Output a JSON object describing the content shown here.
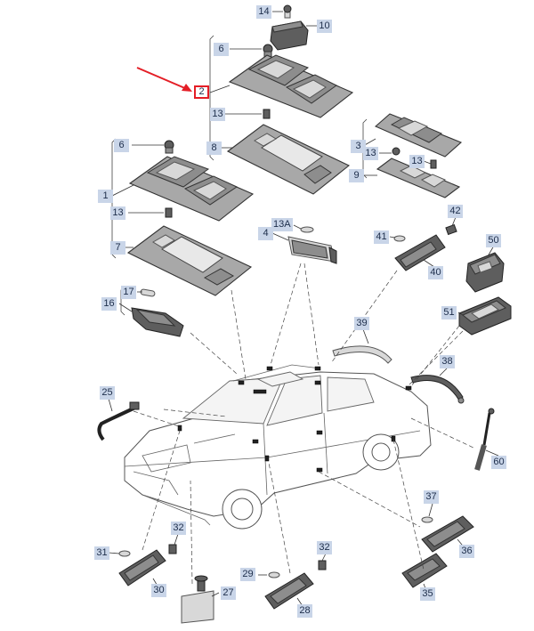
{
  "callouts": {
    "c14": "14",
    "c10": "10",
    "c6a": "6",
    "c2": "2",
    "c13a": "13",
    "c8": "8",
    "c6b": "6",
    "c1": "1",
    "c13b": "13",
    "c7": "7",
    "c3": "3",
    "c13c": "13",
    "c13d": "13",
    "c9": "9",
    "c4": "4",
    "c13A": "13A",
    "c42": "42",
    "c41": "41",
    "c40": "40",
    "c50": "50",
    "c17": "17",
    "c16": "16",
    "c51": "51",
    "c39": "39",
    "c38": "38",
    "c25": "25",
    "c60": "60",
    "c31": "31",
    "c32a": "32",
    "c30": "30",
    "c27": "27",
    "c29": "29",
    "c32b": "32",
    "c28": "28",
    "c37": "37",
    "c36": "36",
    "c35": "35"
  },
  "colors": {
    "callout_bg": "#c9d5e8",
    "highlight": "#e41e26",
    "arrow": "#e41e26"
  }
}
